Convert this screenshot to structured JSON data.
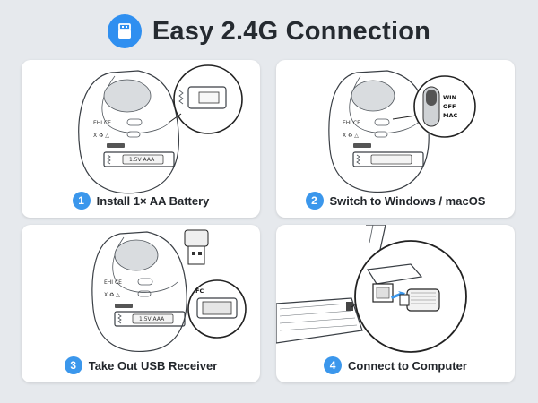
{
  "header": {
    "title": "Easy 2.4G Connection",
    "icon": "usb-receiver-icon",
    "accent_color": "#2f8ff0"
  },
  "steps": [
    {
      "number": "1",
      "label": "Install 1× AA Battery"
    },
    {
      "number": "2",
      "label": "Switch to Windows / macOS"
    },
    {
      "number": "3",
      "label": "Take Out USB Receiver"
    },
    {
      "number": "4",
      "label": "Connect to Computer"
    }
  ],
  "mouse": {
    "battery_label": "1.5V AAA"
  },
  "switch": {
    "win": "WIN",
    "off": "OFF",
    "mac": "MAC"
  }
}
